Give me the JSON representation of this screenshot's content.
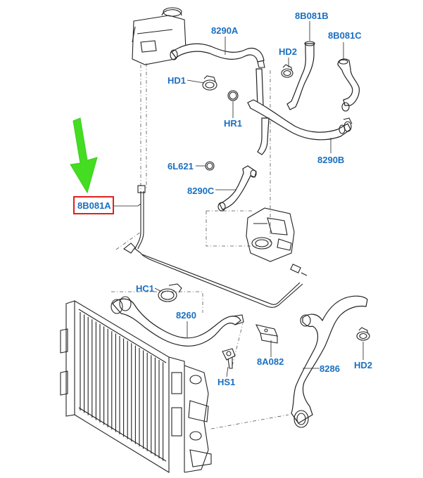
{
  "labels": {
    "p8290A": "8290A",
    "p8B081B": "8B081B",
    "pHD2_top": "HD2",
    "p8B081C": "8B081C",
    "pHD1": "HD1",
    "pHR1": "HR1",
    "p8290B": "8290B",
    "p6L621": "6L621",
    "p8290C": "8290C",
    "p8B081A": "8B081A",
    "pHC1": "HC1",
    "p8260": "8260",
    "p8A082": "8A082",
    "p8286": "8286",
    "pHD2_bottom": "HD2",
    "pHS1": "HS1"
  },
  "highlight": {
    "part": "8B081A",
    "box_color": "#e02020",
    "arrow_color": "#44dd22"
  },
  "colors": {
    "label": "#1a6fc0",
    "line": "#222222"
  }
}
